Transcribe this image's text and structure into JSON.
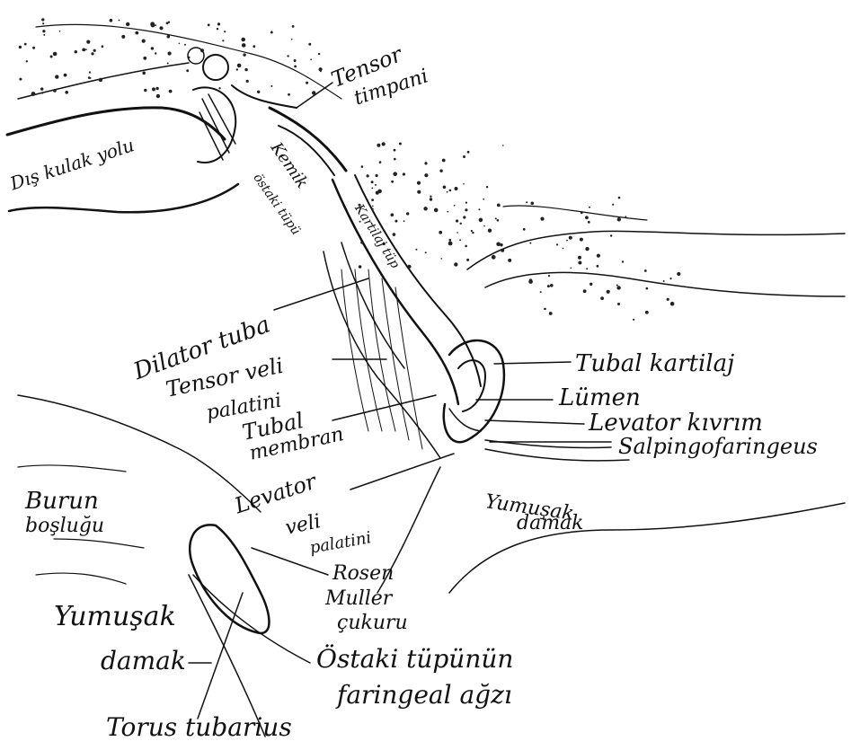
{
  "labels": {
    "tensor_timpani_1": "Tensor",
    "tensor_timpani_2": "timpani",
    "dis_kulak_yolu": "Dış kulak yolu",
    "kemik_ostaki_1": "Kemik",
    "kemik_ostaki_2": "östaki tüpü",
    "kartilaj": "Kartilaj tüp",
    "dilator_tuba": "Dilator tuba",
    "tensor_veli_1": "Tensor veli",
    "tensor_veli_2": "palatini",
    "tubal_membran_1": "Tubal",
    "tubal_membran_2": "membran",
    "tubal_kartilaj": "Tubal kartilaj",
    "lumen": "Lümen",
    "levator_kivrim": "Levator kıvrım",
    "salpingofaringeus": "Salpingofaringeus",
    "burun_boslugu_1": "Burun",
    "burun_boslugu_2": "boşluğu",
    "levator_veli_1": "Levator",
    "levator_veli_2": "veli",
    "levator_veli_3": "palatini",
    "yumusak_damak_r1": "Yumuşak",
    "yumusak_damak_r2": "damak",
    "rosen_muller_1": "Rosen",
    "rosen_muller_2": "Muller",
    "rosen_muller_3": "çukuru",
    "yumusak_damak_l1": "Yumuşak",
    "yumusak_damak_l2": "damak",
    "ostaki_agzi_1": "Östaki tüpünün",
    "ostaki_agzi_2": "faringeal ağzı",
    "torus_tubarius": "Torus tubarius"
  },
  "colors": {
    "ink": "#111111",
    "paper": "#ffffff"
  }
}
